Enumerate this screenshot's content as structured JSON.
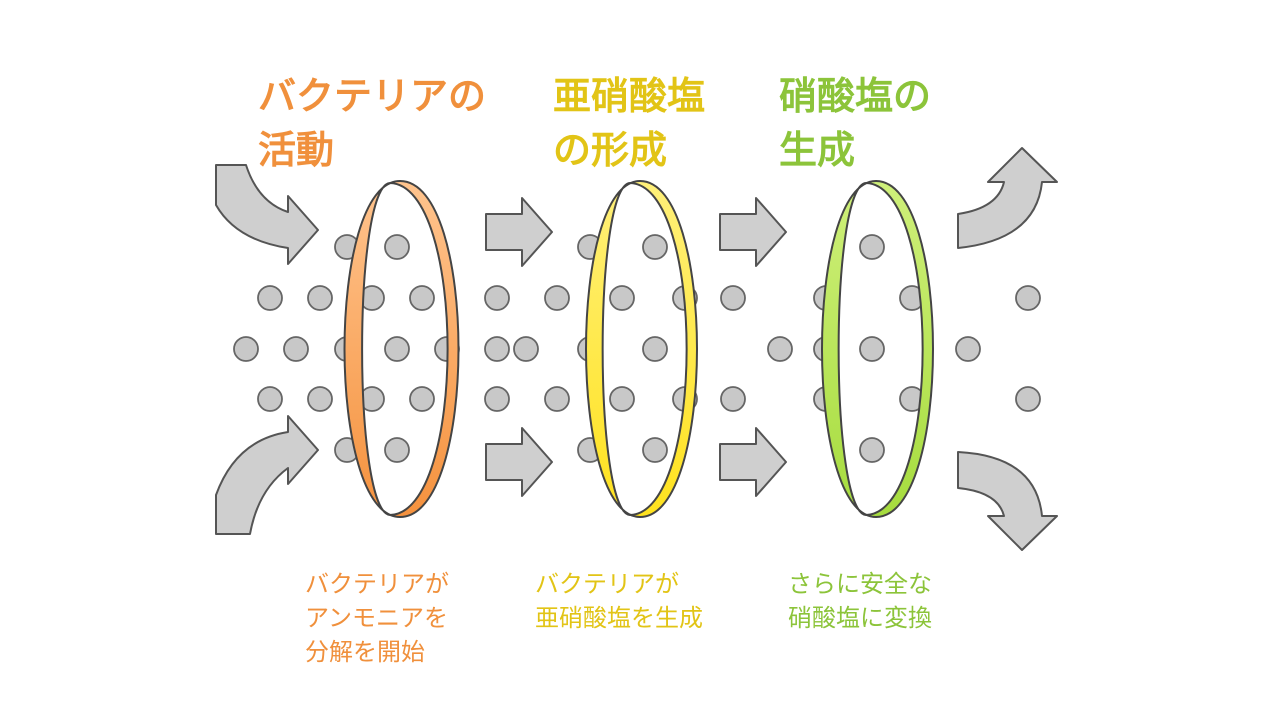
{
  "stages": [
    {
      "title": "バクテリアの\n活動",
      "description": "バクテリアが\nアンモニアを\n分解を開始",
      "color": "#F0903C",
      "ring_fill_light": "#FFC48E",
      "ring_fill_dark": "#F5923E"
    },
    {
      "title": "亜硝酸塩\nの形成",
      "description": "バクテリアが\n亜硝酸塩を生成",
      "color": "#E2C416",
      "ring_fill_light": "#FFF07A",
      "ring_fill_dark": "#FFE21E"
    },
    {
      "title": "硝酸塩の\n生成",
      "description": "さらに安全な\n硝酸塩に変換",
      "color": "#8CC43A",
      "ring_fill_light": "#CFF07A",
      "ring_fill_dark": "#A6DC3E"
    }
  ],
  "colors": {
    "arrow_fill": "#CFCFCF",
    "arrow_stroke": "#555555",
    "particle_fill": "#C8C8C8",
    "particle_stroke": "#666666",
    "ring_stroke": "#444444"
  }
}
